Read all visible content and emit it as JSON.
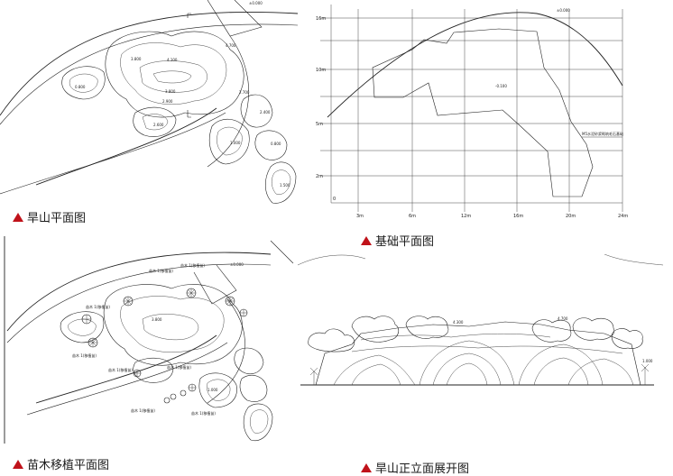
{
  "captions": {
    "rockery_plan": "旱山平面图",
    "foundation_plan": "基础平面图",
    "tree_plan": "苗木移植平面图",
    "elevation": "旱山正立面展开图"
  },
  "accent_color": "#c0121a",
  "foundation": {
    "y_ticks": [
      "16m",
      "10m",
      "5m",
      "2m",
      "0"
    ],
    "x_ticks": [
      "3m",
      "6m",
      "12m",
      "16m",
      "20m",
      "24m"
    ],
    "note": "M5水泥砂浆砌筑毛石基础"
  },
  "icons": {
    "caption_marker": "red-triangle-icon",
    "tree_symbol": "tree-symbol-icon"
  }
}
